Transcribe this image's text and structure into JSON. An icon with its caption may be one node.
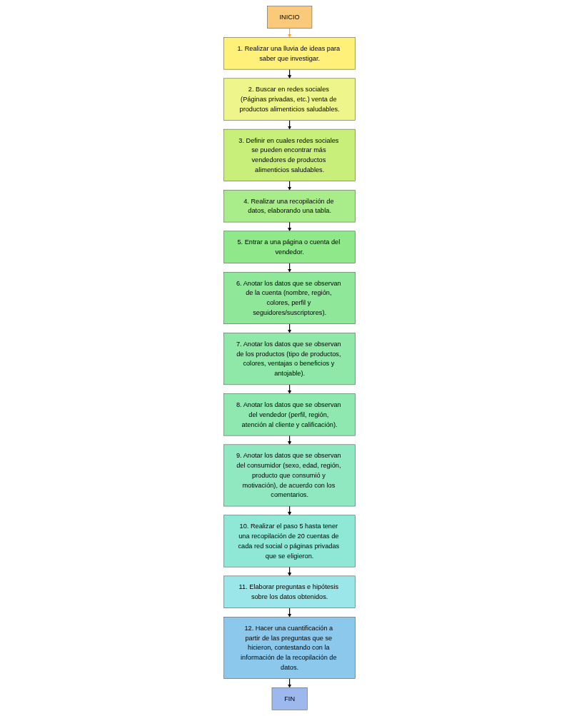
{
  "diagram": {
    "nodes": [
      {
        "text": [
          "INICIO"
        ]
      },
      {
        "text": [
          "1. Realizar una lluvia de ideas para saber que investigar."
        ]
      },
      {
        "text": [
          "2. Buscar en redes sociales (Páginas privadas, etc.) venta de productos alimenticios saludables."
        ]
      },
      {
        "text": [
          "3. Definir en cuales redes sociales se pueden encontrar más vendedores de productos alimenticios saludables."
        ]
      },
      {
        "text": [
          "4. Realizar una recopilación de datos, elaborando una tabla."
        ]
      },
      {
        "text": [
          "5. Entrar a una página o cuenta del vendedor."
        ]
      },
      {
        "text": [
          "6. Anotar los datos que se observan de la cuenta (nombre, región, colores, perfil y seguidores/suscriptores)."
        ]
      },
      {
        "text": [
          "7. Anotar los datos que se observan de los productos (tipo de productos, colores, ventajas o beneficios y antojable)."
        ]
      },
      {
        "text": [
          "8. Anotar los datos que se observan del vendedor (perfil, región, atención al cliente y calificación)."
        ]
      },
      {
        "text": [
          "9. Anotar los datos que se observan del consumidor (sexo, edad, región, producto que consumió y motivación), de acuerdo con los comentarios."
        ]
      },
      {
        "text": [
          "10. Realizar el paso 5 hasta tener una recopilación de 20 cuentas de cada red social o páginas privadas que se eligieron."
        ]
      },
      {
        "text": [
          "11. Elaborar preguntas e hipótesis sobre los datos obtenidos."
        ]
      },
      {
        "text": [
          "12. Hacer una cuantificación a partir de las preguntas que se hicieron, contestando con la información de la recopilación de datos."
        ]
      },
      {
        "text": [
          "FIN"
        ]
      }
    ],
    "edges": [
      {
        "from": 0,
        "to": 1,
        "arrow": "to",
        "color": "#f5a623"
      },
      {
        "from": 1,
        "to": 2,
        "arrow": "to"
      },
      {
        "from": 2,
        "to": 3,
        "arrow": "to"
      },
      {
        "from": 3,
        "to": 4,
        "arrow": "to"
      },
      {
        "from": 4,
        "to": 5,
        "arrow": "to"
      },
      {
        "from": 5,
        "to": 6,
        "arrow": "to"
      },
      {
        "from": 6,
        "to": 7,
        "arrow": "to"
      },
      {
        "from": 7,
        "to": 8,
        "arrow": "to"
      },
      {
        "from": 8,
        "to": 9,
        "arrow": "to"
      },
      {
        "from": 9,
        "to": 10,
        "arrow": "to"
      },
      {
        "from": 10,
        "to": 11,
        "arrow": "to"
      },
      {
        "from": 11,
        "to": 12,
        "arrow": "to"
      },
      {
        "from": 12,
        "to": 13,
        "arrow": "to"
      }
    ]
  }
}
